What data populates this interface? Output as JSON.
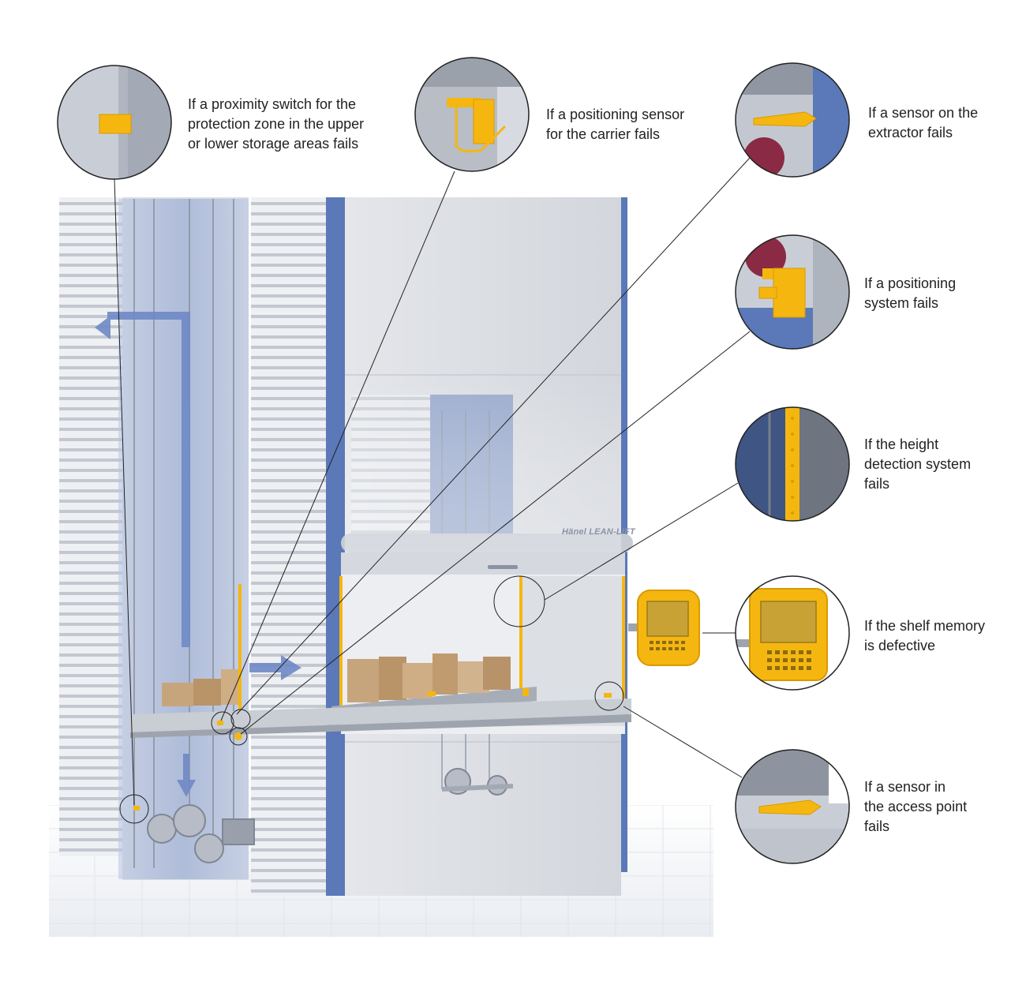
{
  "brand_label": "Hänel LEAN-LIFT",
  "colors": {
    "accent_blue": "#5b78b8",
    "sensor_yellow": "#f5b70f",
    "panel_grey": "#dde0e5",
    "floor": "#f0f2f5"
  },
  "callouts": [
    {
      "id": "proximity-switch",
      "icon": "proximity-switch-icon",
      "text": "If a proximity switch for the\nprotection zone in the upper\nor lower storage areas fails"
    },
    {
      "id": "positioning-sensor",
      "icon": "positioning-sensor-icon",
      "text": "If a positioning sensor\nfor the carrier fails"
    },
    {
      "id": "extractor-sensor",
      "icon": "extractor-sensor-icon",
      "text": "If a sensor on the\nextractor fails"
    },
    {
      "id": "positioning-system",
      "icon": "positioning-system-icon",
      "text": "If a positioning\nsystem fails"
    },
    {
      "id": "height-detection",
      "icon": "height-detection-icon",
      "text": "If the height\ndetection system\nfails"
    },
    {
      "id": "shelf-memory",
      "icon": "shelf-memory-icon",
      "text": "If the shelf memory\nis defective"
    },
    {
      "id": "access-point-sensor",
      "icon": "access-point-sensor-icon",
      "text": "If a sensor in\nthe access point\nfails"
    }
  ]
}
